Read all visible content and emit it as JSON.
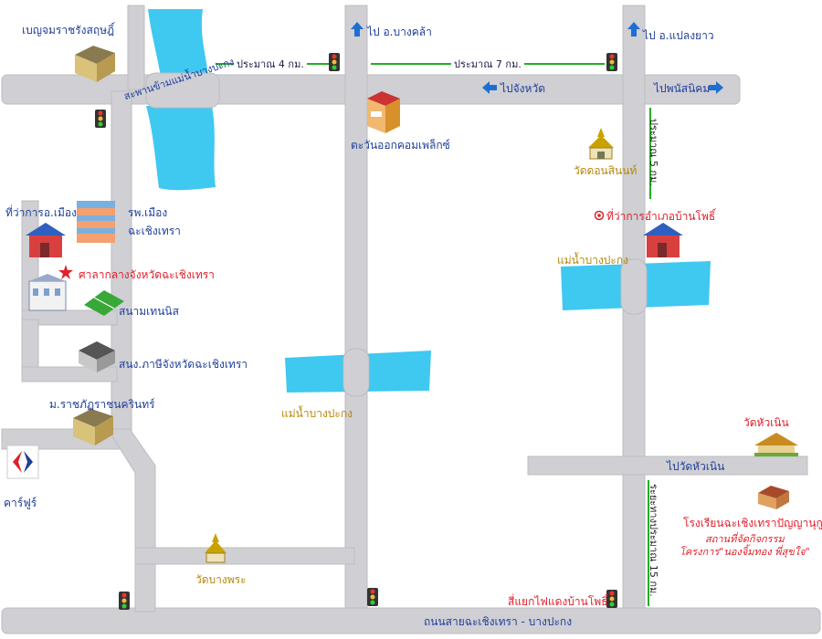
{
  "colors": {
    "road": "#cfcfd4",
    "river": "#3fc8f0",
    "route_green": "#22b022",
    "arrow_blue": "#1f6fd0",
    "label_blue": "#1f3f9a",
    "label_red": "#e0202a",
    "label_gold": "#b8880a"
  },
  "labels": {
    "benjama": "เบญจมราชรังสฤษฎิ์",
    "to_bangkhla": "ไป  อ.บางคล้า",
    "to_plaengyao": "ไป  อ.แปลงยาว",
    "dist_4km": "ประมาณ 4 กม.",
    "dist_7km": "ประมาณ 7 กม.",
    "bridge": "สะพานข้ามแม่น้ำบางปะกง",
    "to_province": "ไปจังหวัด",
    "to_phanom": "ไปพนัสนิคม",
    "tawan_ok": "ตะวันออกคอมเพล็กซ์",
    "wat_sothon": "วัดดอนสินนท์",
    "dist_5km": "ประมาณ 5 กม.",
    "ban_pho_office": "ที่ว่าการอำเภอบ้านโพธิ์",
    "amphoe_mueang": "ที่ว่าการอ.เมือง",
    "hosp_line1": "รพ.เมือง",
    "hosp_line2": "ฉะเชิงเทรา",
    "court": "ศาลากลางจังหวัดฉะเชิงเทรา",
    "tennis": "สนามเทนนิส",
    "river_east": "แม่น้ำบางปะกง",
    "river_mid": "แม่น้ำบางปะกง",
    "tax_office": "สนง.ภาษีจังหวัดฉะเชิงเทรา",
    "rajabhat": "ม.ราชภัฏราชนครินทร์",
    "carrefour": "คาร์ฟูร์",
    "wat_huanoen": "วัดหัวเนิน",
    "to_wat_huanoen": "ไปวัดหัวเนิน",
    "school": "โรงเรียนฉะเชิงเทราปัญญานุกูล",
    "school_sub1": "สถานที่จัดกิจกรรม",
    "school_sub2": "โครงการ\"นองจิ้มทอง พี่สุขใจ\"",
    "dist_15km": "ระยะทางประมาณ  15  กม.",
    "wat_bangphra": "วัดบางพระ",
    "ban_pho_junction": "สี่แยกไฟแดงบ้านโพธิ์",
    "main_road": "ถนนสายฉะเชิงเทรา  -  บางปะกง"
  }
}
